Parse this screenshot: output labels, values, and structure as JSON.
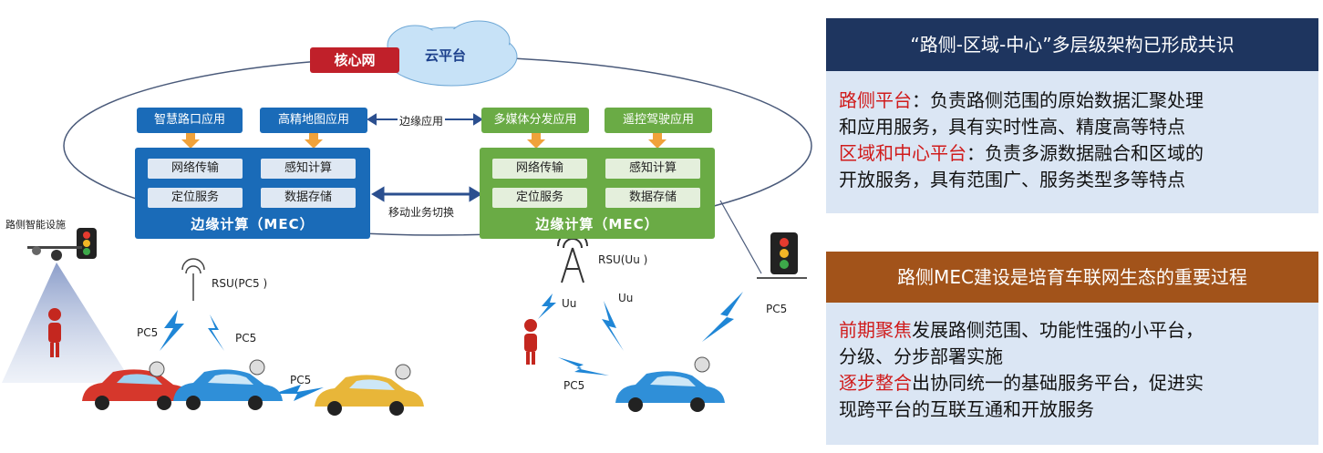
{
  "diagram": {
    "core_network": "核心网",
    "cloud_platform": "云平台",
    "edge_app_label": "边缘应用",
    "mobile_switch_label": "移动业务切换",
    "left_mec": {
      "apps": [
        "智慧路口应用",
        "高精地图应用"
      ],
      "cells": [
        "网络传输",
        "感知计算",
        "定位服务",
        "数据存储"
      ],
      "title": "边缘计算（MEC）"
    },
    "right_mec": {
      "apps": [
        "多媒体分发应用",
        "遥控驾驶应用"
      ],
      "cells": [
        "网络传输",
        "感知计算",
        "定位服务",
        "数据存储"
      ],
      "title": "边缘计算（MEC）"
    },
    "roadside_label": "路侧智能设施",
    "rsu_pc5_label": "RSU(PC5 )",
    "rsu_uu_label": "RSU(Uu )",
    "pc5_labels": [
      "PC5",
      "PC5",
      "PC5",
      "PC5",
      "PC5"
    ],
    "uu_labels": [
      "Uu",
      "Uu"
    ]
  },
  "panel1": {
    "title": "“路侧-区域-中心”多层级架构已形成共识",
    "line1_hl": "路侧平台",
    "line1_rest": "：负责路侧范围的原始数据汇聚处理",
    "line2": "和应用服务，具有实时性高、精度高等特点",
    "line3_hl": "区域和中心平台",
    "line3_rest": "：负责多源数据融合和区域的",
    "line4": "开放服务，具有范围广、服务类型多等特点"
  },
  "panel2": {
    "title": "路侧MEC建设是培育车联网生态的重要过程",
    "line1_hl": "前期聚焦",
    "line1_rest": "发展路侧范围、功能性强的小平台，",
    "line2": "分级、分步部署实施",
    "line3_hl": "逐步整合",
    "line3_rest": "出协同统一的基础服务平台，促进实",
    "line4": "现跨平台的互联互通和开放服务"
  },
  "colors": {
    "blue": "#1a6bb8",
    "green": "#6aab45",
    "red": "#c0202a",
    "navy": "#1e355f",
    "brown": "#a2531a",
    "panel_bg": "#dbe6f4",
    "highlight": "#d01b1b"
  }
}
